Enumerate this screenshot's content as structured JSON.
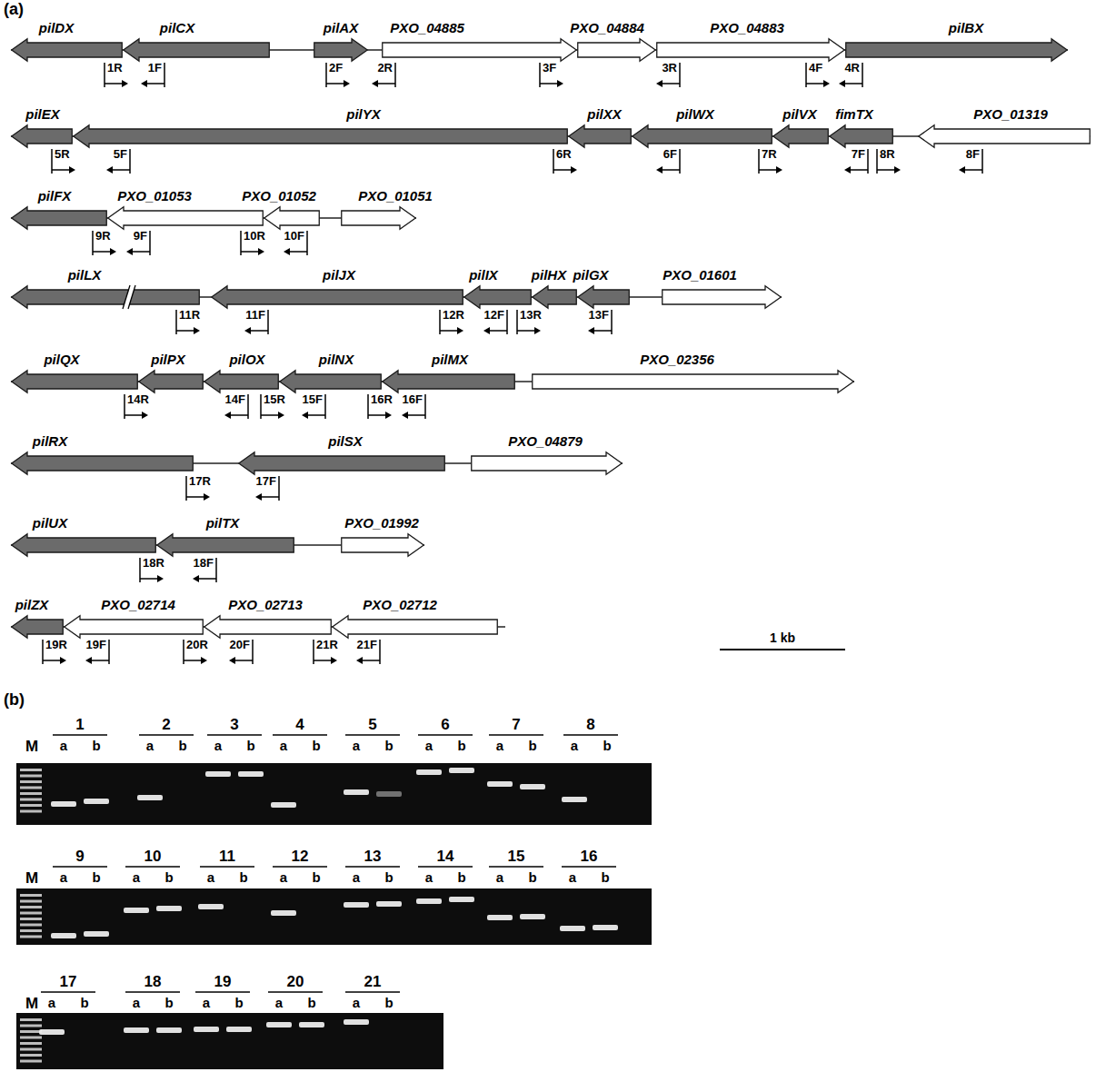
{
  "diagram": {
    "nodes": [
      {
        "text": [
          "pilDX"
        ]
      },
      {
        "text": [
          "pilCX"
        ]
      },
      {
        "text": [
          "pilAX"
        ]
      },
      {
        "text": [
          "PXO_04885"
        ]
      },
      {
        "text": [
          "PXO_04884"
        ]
      },
      {
        "text": [
          "PXO_04883"
        ]
      },
      {
        "text": [
          "pilBX"
        ]
      },
      {
        "text": [
          "pilEX"
        ]
      },
      {
        "text": [
          "pilYX"
        ]
      },
      {
        "text": [
          "pilXX"
        ]
      },
      {
        "text": [
          "pilWX"
        ]
      },
      {
        "text": [
          "pilVX"
        ]
      },
      {
        "text": [
          "fimTX"
        ]
      },
      {
        "text": [
          "PXO_01319"
        ]
      },
      {
        "text": [
          "pilFX"
        ]
      },
      {
        "text": [
          "PXO_01053"
        ]
      },
      {
        "text": [
          "PXO_01052"
        ]
      },
      {
        "text": [
          "PXO_01051"
        ]
      },
      {
        "text": [
          "pilLX"
        ]
      },
      {
        "text": [
          "pilJX"
        ]
      },
      {
        "text": [
          "pilIX"
        ]
      },
      {
        "text": [
          "pilHX"
        ]
      },
      {
        "text": [
          "pilGX"
        ]
      },
      {
        "text": [
          "PXO_01601"
        ]
      },
      {
        "text": [
          "pilQX"
        ]
      },
      {
        "text": [
          "pilPX"
        ]
      },
      {
        "text": [
          "pilOX"
        ]
      },
      {
        "text": [
          "pilNX"
        ]
      },
      {
        "text": [
          "pilMX"
        ]
      },
      {
        "text": [
          "PXO_02356"
        ]
      },
      {
        "text": [
          "pilRX"
        ]
      },
      {
        "text": [
          "pilSX"
        ]
      },
      {
        "text": [
          "PXO_04879"
        ]
      },
      {
        "text": [
          "pilUX"
        ]
      },
      {
        "text": [
          "pilTX"
        ]
      },
      {
        "text": [
          "PXO_01992"
        ]
      },
      {
        "text": [
          "pilZX"
        ]
      },
      {
        "text": [
          "PXO_02714"
        ]
      },
      {
        "text": [
          "PXO_02713"
        ]
      },
      {
        "text": [
          "PXO_02712"
        ]
      }
    ],
    "labels": [
      "(a)",
      "1R",
      "1F",
      "2F",
      "2R",
      "3F",
      "3R",
      "4F",
      "4R",
      "5R",
      "5F",
      "6R",
      "6F",
      "7R",
      "7F",
      "8R",
      "8F",
      "9R",
      "9F",
      "10R",
      "10F",
      "11R",
      "11F",
      "12R",
      "12F",
      "13R",
      "13F",
      "14R",
      "14F",
      "15R",
      "15F",
      "16R",
      "16F",
      "17R",
      "17F",
      "18R",
      "18F",
      "19R",
      "19F",
      "20R",
      "20F",
      "21R",
      "21F",
      "1 kb",
      "(b)",
      "M",
      "1",
      "a",
      "b",
      "2",
      "a",
      "b",
      "3",
      "a",
      "b",
      "4",
      "a",
      "b",
      "5",
      "a",
      "b",
      "6",
      "a",
      "b",
      "7",
      "a",
      "b",
      "8",
      "a",
      "b",
      "M",
      "9",
      "a",
      "b",
      "10",
      "a",
      "b",
      "11",
      "a",
      "b",
      "12",
      "a",
      "b",
      "13",
      "a",
      "b",
      "14",
      "a",
      "b",
      "15",
      "a",
      "b",
      "16",
      "a",
      "b",
      "M",
      "17",
      "a",
      "b",
      "18",
      "a",
      "b",
      "19",
      "a",
      "b",
      "20",
      "a",
      "b",
      "21",
      "a",
      "b"
    ]
  }
}
